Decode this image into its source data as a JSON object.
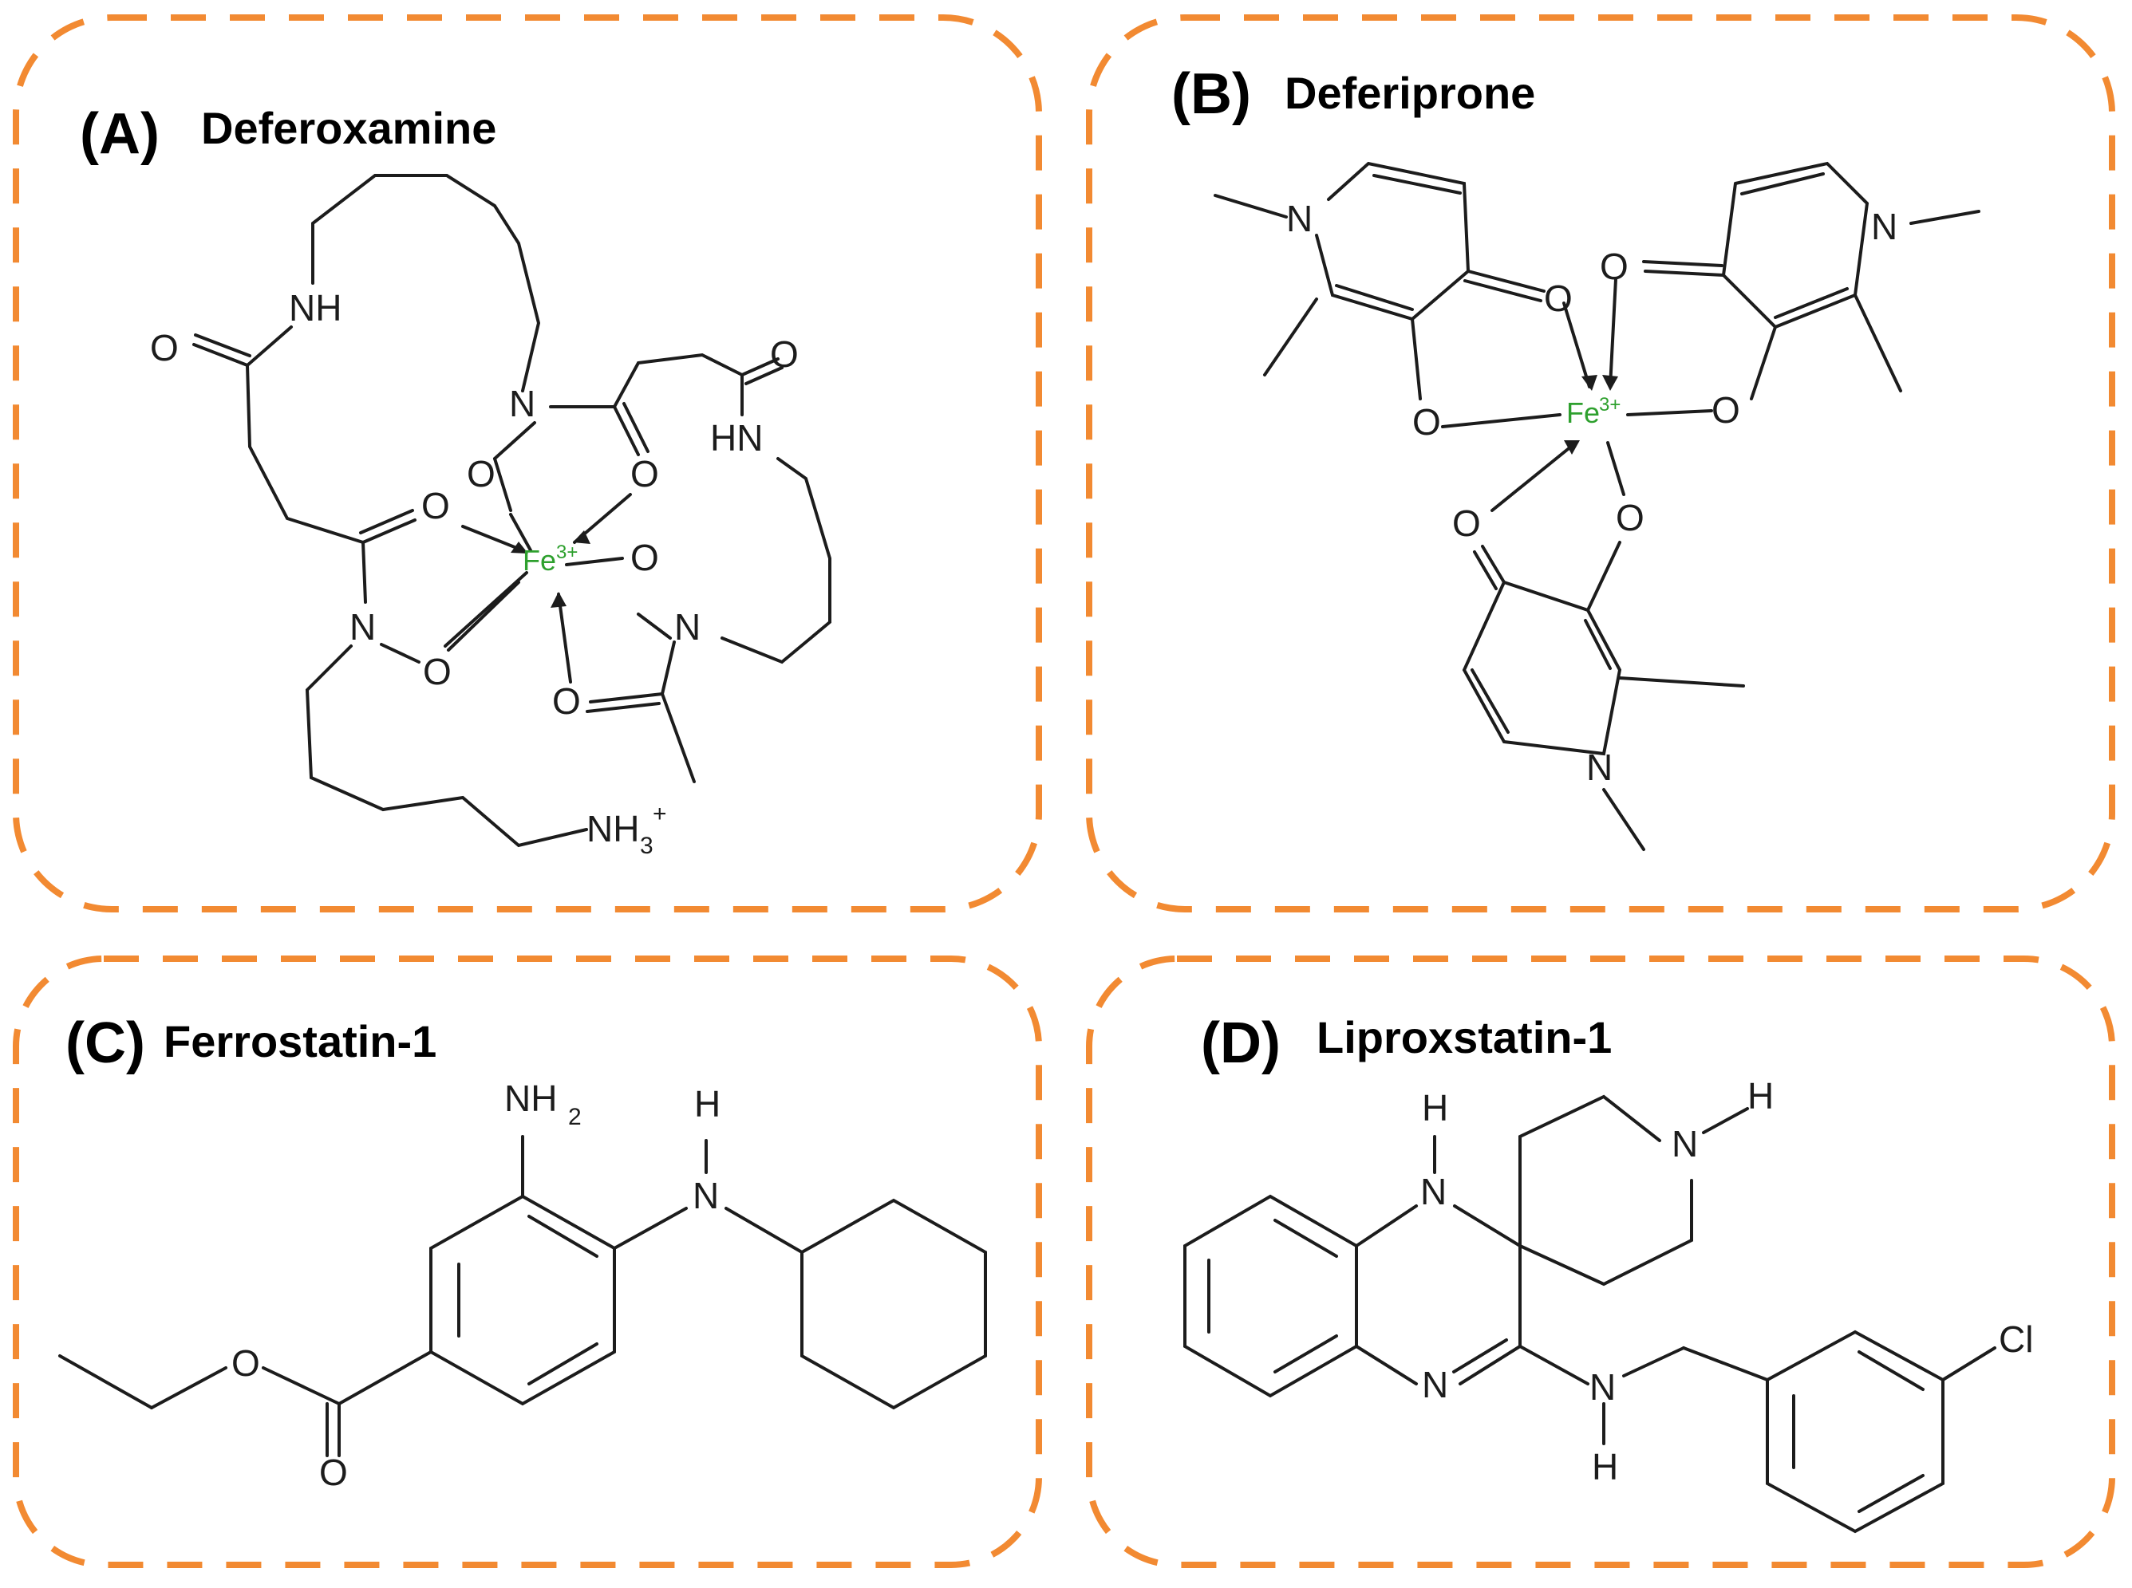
{
  "panels": [
    {
      "letter": "(A)",
      "name": "Deferoxamine"
    },
    {
      "letter": "(B)",
      "name": "Deferiprone"
    },
    {
      "letter": "(C)",
      "name": "Ferrostatin-1"
    },
    {
      "letter": "(D)",
      "name": "Liproxstatin-1"
    }
  ],
  "atoms": {
    "O": "O",
    "N": "N",
    "NH": "NH",
    "HN": "HN",
    "H": "H",
    "NH3": "NH",
    "NH3_sub": "3",
    "NH3_sup": "+",
    "NH2": "NH",
    "NH2_sub": "2",
    "Fe": "Fe",
    "Fe_sup": "3+",
    "Cl": "Cl"
  },
  "colors": {
    "border": "#f28a32",
    "iron": "#2ea02e",
    "bond": "#1c1c1c"
  }
}
